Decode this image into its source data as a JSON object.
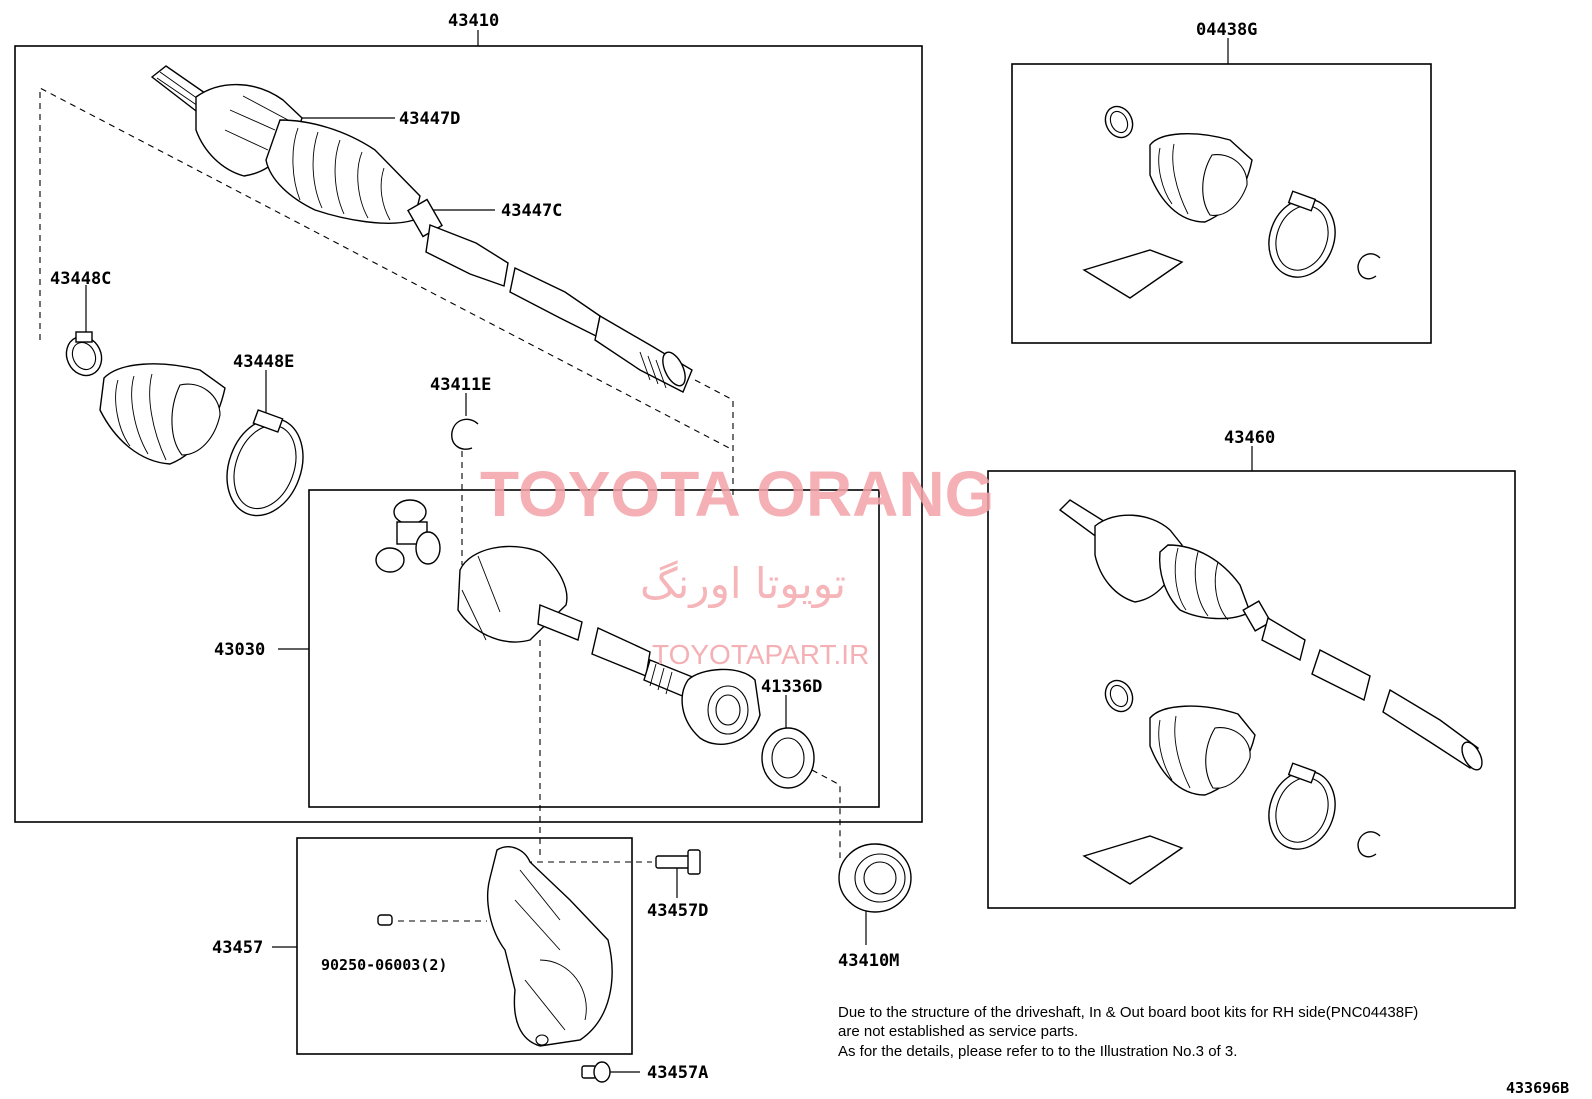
{
  "labels": {
    "p43410": "43410",
    "p43447D": "43447D",
    "p43447C": "43447C",
    "p43448C": "43448C",
    "p43448E": "43448E",
    "p43411E": "43411E",
    "p43030": "43030",
    "p41336D": "41336D",
    "p43457": "43457",
    "p43457D": "43457D",
    "p90250": "90250-06003(2)",
    "p43457A": "43457A",
    "p43410M": "43410M",
    "p04438G": "04438G",
    "p43460": "43460"
  },
  "watermark": {
    "brand": "TOYOTA ORANG",
    "persian": "تویوتا اورنگ",
    "url": "TOYOTAPART.IR",
    "color": "#f3a3a8"
  },
  "note": {
    "line1": "Due to the structure of the driveshaft, In & Out board  boot kits for RH side(PNC04438F)",
    "line2": "are not established as service parts.",
    "line3": "As for the details, please refer to to the Illustration No.3 of 3."
  },
  "illustration_id": "433696B"
}
